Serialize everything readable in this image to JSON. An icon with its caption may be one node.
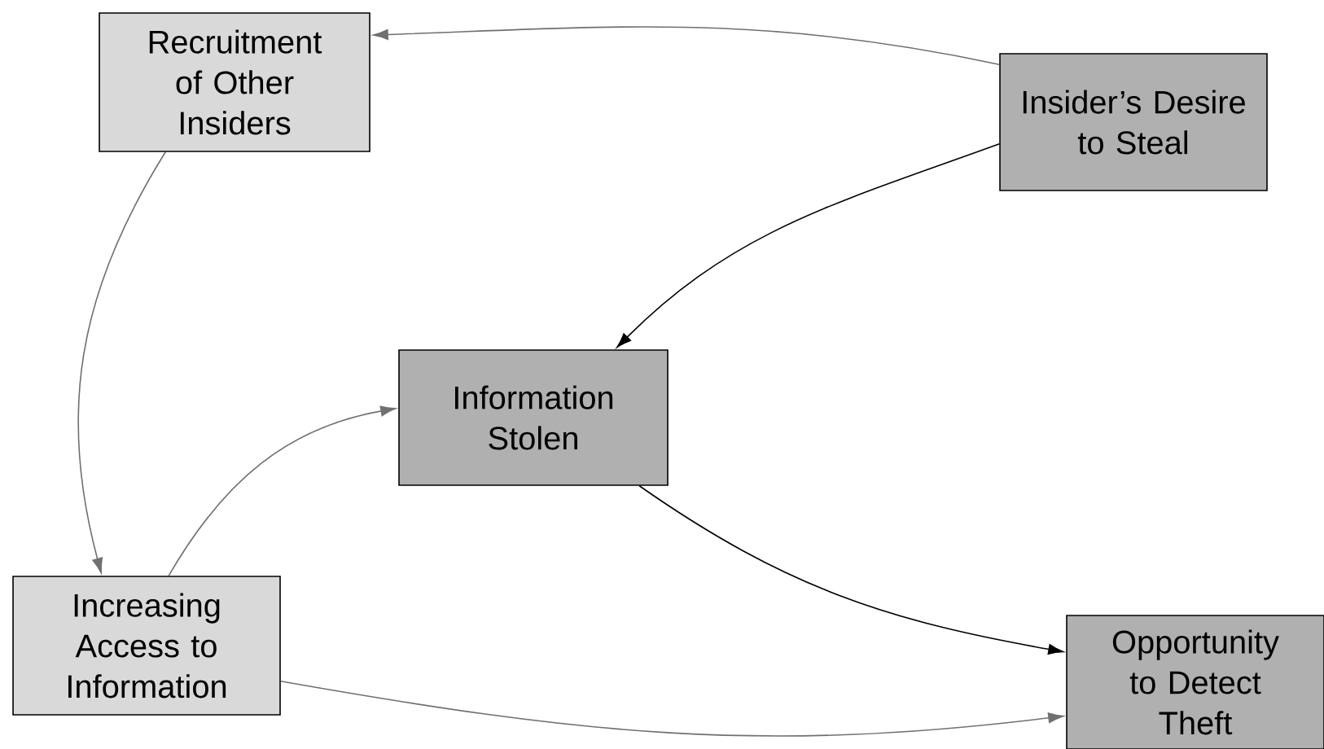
{
  "diagram": {
    "nodes": [
      {
        "text": [
          "Recruitment of Other Insiders"
        ]
      },
      {
        "text": [
          "Insider’s Desire to Steal"
        ]
      },
      {
        "text": [
          "Information Stolen"
        ]
      },
      {
        "text": [
          "Increasing Access to Information"
        ]
      },
      {
        "text": [
          "Opportunity to Detect Theft"
        ]
      }
    ],
    "edges": [
      {
        "from": 1,
        "to": 0,
        "arrow": "to"
      },
      {
        "from": 1,
        "to": 2,
        "arrow": "to",
        "color": "#000000"
      },
      {
        "from": 0,
        "to": 3,
        "arrow": "to"
      },
      {
        "from": 3,
        "to": 2,
        "arrow": "to"
      },
      {
        "from": 2,
        "to": 4,
        "arrow": "to",
        "color": "#000000"
      },
      {
        "from": 3,
        "to": 4,
        "arrow": "to"
      }
    ]
  }
}
